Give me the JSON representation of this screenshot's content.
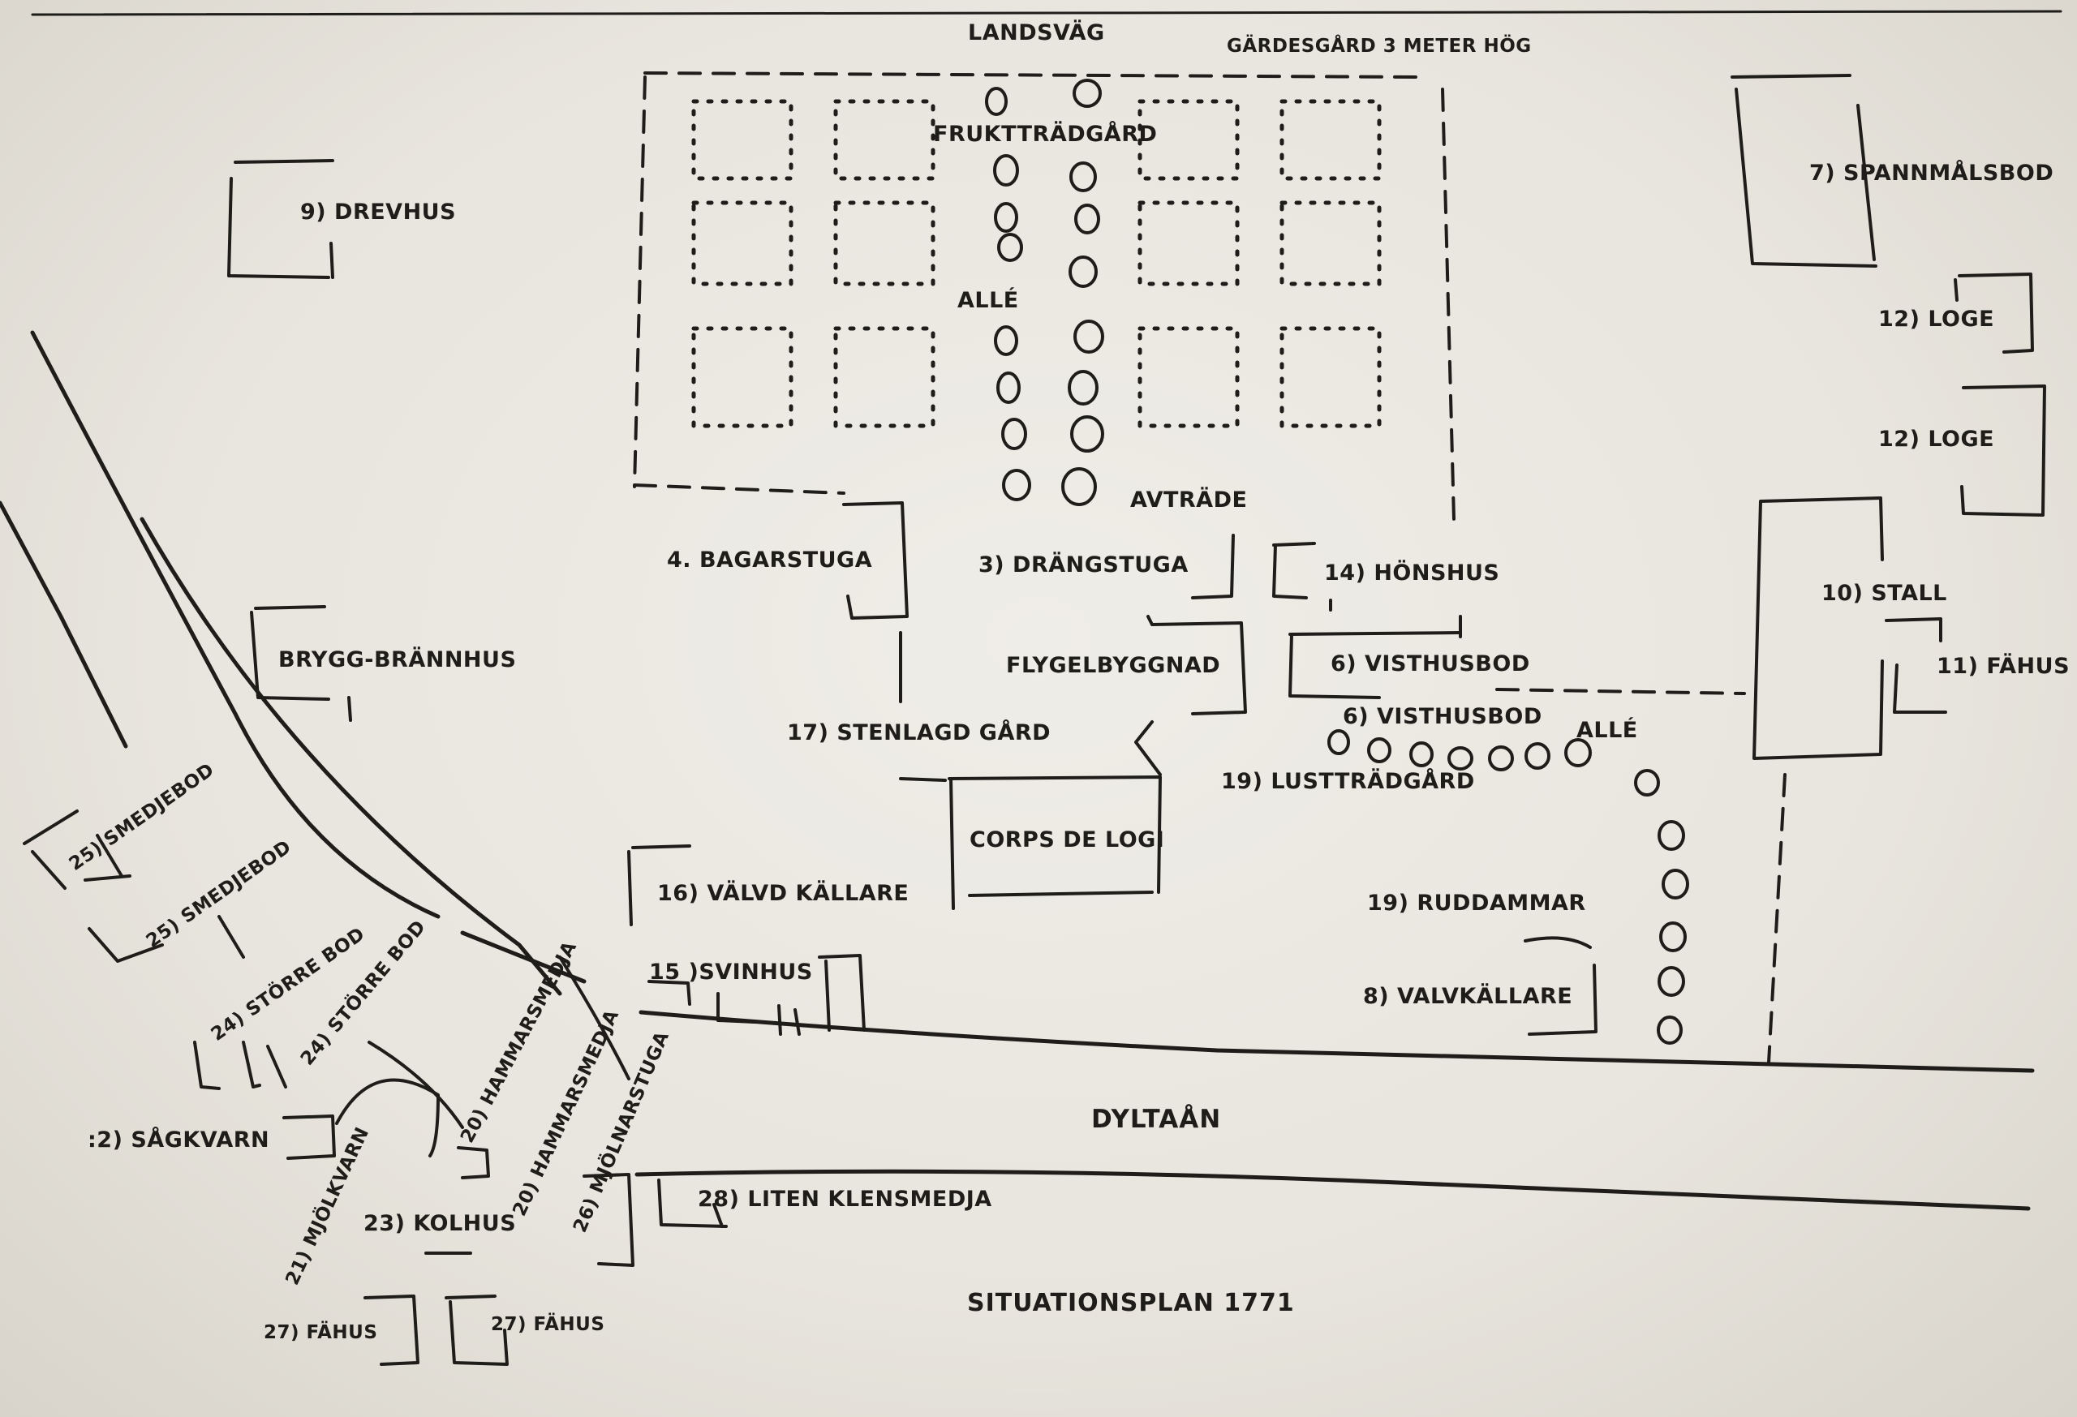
{
  "map": {
    "title": "SITUATIONSPLAN 1771",
    "labels": {
      "landsvag": "LANDSVÄG",
      "gardesgard": "GÄRDESGÅRD 3 METER HÖG",
      "frukttradgard": "FRUKTTRÄDGÅRD",
      "alle_top": "ALLÉ",
      "avtrade": "AVTRÄDE",
      "drevhus": "9) DREVHUS",
      "spannmalsbod": "7) SPANNMÅLSBOD",
      "loge_1": "12) LOGE",
      "loge_2": "12) LOGE",
      "stall": "10) STALL",
      "fahus_11": "11) FÄHUS",
      "bagarstuga": "4. BAGARSTUGA",
      "drangstuga": "3) DRÄNGSTUGA",
      "honshus": "14) HÖNSHUS",
      "brygg": "BRYGG-BRÄNNHUS",
      "flygelbyggnad": "FLYGELBYGGNAD",
      "visthusbod_1": "6) VISTHUSBOD",
      "visthusbod_2": "6) VISTHUSBOD",
      "alle_right": "ALLÉ",
      "stenlagd": "17) STENLAGD GÅRD",
      "lusttradgard": "19) LUSTTRÄDGÅRD",
      "corps": "CORPS DE LOGI",
      "smedjebod_1": "25) SMEDJEBOD",
      "smedjebod_2": "25) SMEDJEBOD",
      "valvd_kallare": "16) VÄLVD KÄLLARE",
      "ruddammar": "19) RUDDAMMAR",
      "storre_bod_1": "24) STÖRRE BOD",
      "storre_bod_2": "24) STÖRRE BOD",
      "svinhus": "15 )SVINHUS",
      "hammarsmedja_1": "20) HAMMARSMEDJA",
      "hammarsmedja_2": "20) HAMMARSMEDJA",
      "valvkallare": "8) VALVKÄLLARE",
      "sagkvarn": ":2) SÅGKVARN",
      "dyltaan": "DYLTAÅN",
      "mjolkvarn": "21) MJÖLKVARN",
      "kolhus": "23) KOLHUS",
      "mjolnarstuga": "26) MJÖLNARSTUGA",
      "liten_klensmedja": "28) LITEN KLENSMEDJA",
      "fahus_27a": "27) FÄHUS",
      "fahus_27b": "27) FÄHUS"
    }
  }
}
